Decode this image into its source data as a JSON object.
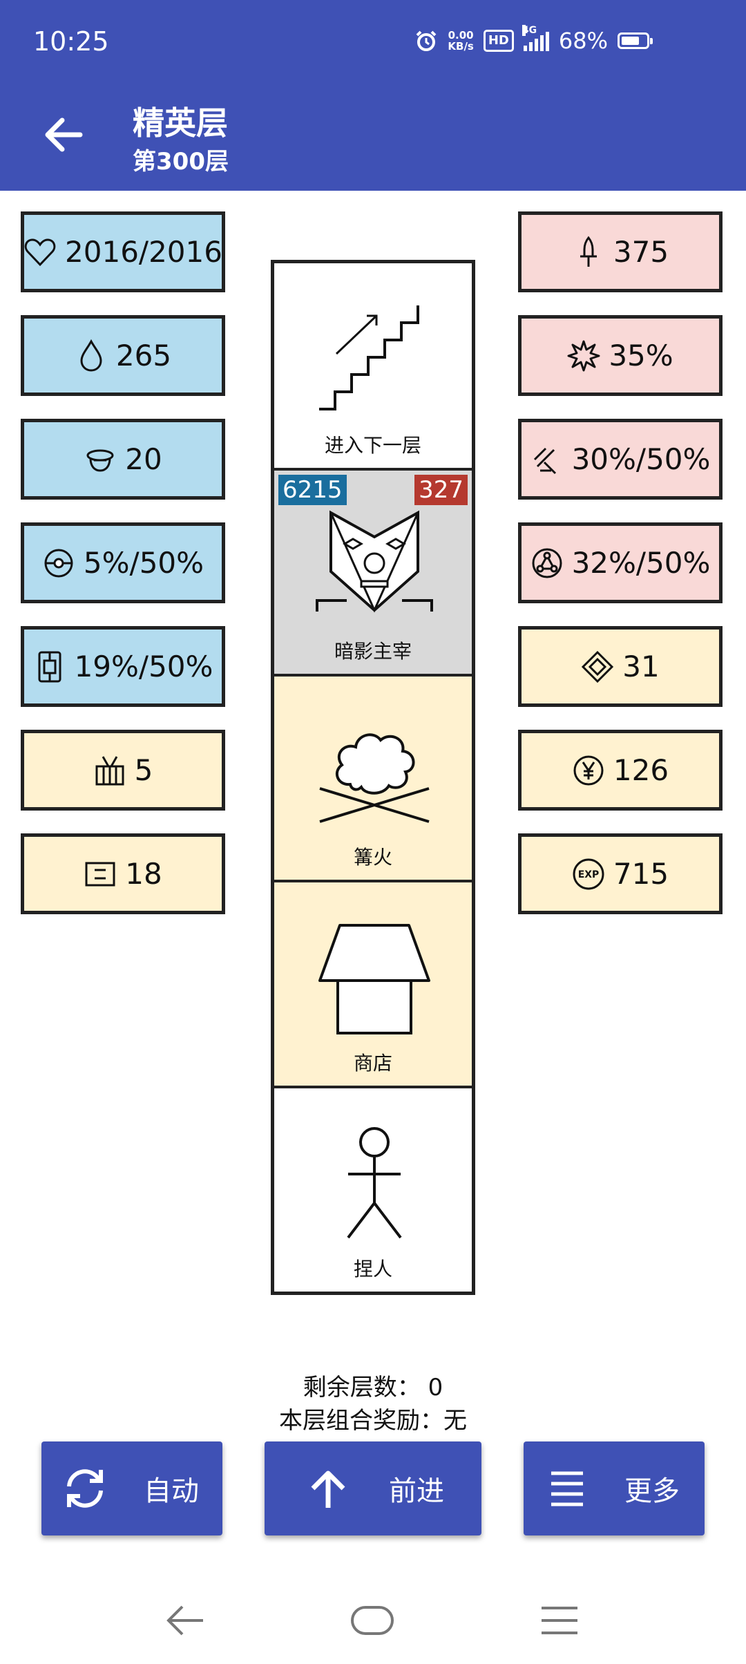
{
  "status": {
    "time": "10:25",
    "net_speed_value": "0.00",
    "net_speed_unit": "KB/s",
    "hd": "HD",
    "network": "4G",
    "battery": "68%"
  },
  "header": {
    "title": "精英层",
    "subtitle": "第300层"
  },
  "left_stats": [
    {
      "icon": "heart-icon",
      "value": "2016/2016"
    },
    {
      "icon": "water-drop-icon",
      "value": "265"
    },
    {
      "icon": "helmet-icon",
      "value": "20"
    },
    {
      "icon": "shield-orb-icon",
      "value": "5%/50%"
    },
    {
      "icon": "barrier-icon",
      "value": "19%/50%"
    },
    {
      "icon": "crate-icon",
      "value": "5"
    },
    {
      "icon": "card-icon",
      "value": "18"
    }
  ],
  "right_stats": [
    {
      "icon": "sword-icon",
      "value": "375"
    },
    {
      "icon": "burst-icon",
      "value": "35%"
    },
    {
      "icon": "slash-icon",
      "value": "30%/50%"
    },
    {
      "icon": "network-icon",
      "value": "32%/50%"
    },
    {
      "icon": "gem-icon",
      "value": "31"
    },
    {
      "icon": "yen-coin-icon",
      "value": "126"
    },
    {
      "icon": "exp-icon",
      "value": "715"
    }
  ],
  "tower": {
    "cells": [
      {
        "label": "进入下一层",
        "icon": "stairs-icon"
      },
      {
        "label": "暗影主宰",
        "icon": "shadow-lord-icon",
        "hp": "6215",
        "atk": "327"
      },
      {
        "label": "篝火",
        "icon": "campfire-icon"
      },
      {
        "label": "商店",
        "icon": "shop-icon"
      },
      {
        "label": "捏人",
        "icon": "stick-figure-icon"
      }
    ]
  },
  "footer": {
    "remaining_floors": "剩余层数：  0",
    "combo_reward": "本层组合奖励：无"
  },
  "buttons": {
    "auto": "自动",
    "forward": "前进",
    "more": "更多"
  },
  "colors": {
    "primary": "#3f51b5",
    "stat_blue": "#b3dcef",
    "stat_pink": "#f9d9d7",
    "stat_cream": "#fff2d0",
    "hp_badge": "#1a6e9e",
    "atk_badge": "#b5392f"
  }
}
